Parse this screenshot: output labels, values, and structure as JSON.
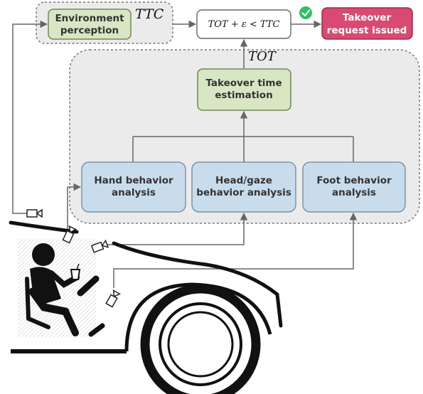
{
  "nodes": {
    "environment_perception": [
      "Environment",
      "perception"
    ],
    "condition": "TOT + ε < TTC",
    "takeover_request": [
      "Takeover",
      "request issued"
    ],
    "takeover_time_estimation": [
      "Takeover time",
      "estimation"
    ],
    "hand_behavior": [
      "Hand behavior",
      "analysis"
    ],
    "head_gaze_behavior": [
      "Head/gaze",
      "behavior analysis"
    ],
    "foot_behavior": [
      "Foot behavior",
      "analysis"
    ]
  },
  "labels": {
    "ttc": "TTC",
    "tot": "TOT"
  },
  "colors": {
    "green_fill": "#d8e6c4",
    "green_stroke": "#6f8a55",
    "blue_fill": "#c9dceb",
    "blue_stroke": "#7b94a8",
    "red_fill": "#d94a72",
    "red_stroke": "#9b2c4b",
    "group_fill": "#ebebeb",
    "check": "#2fbf60"
  }
}
